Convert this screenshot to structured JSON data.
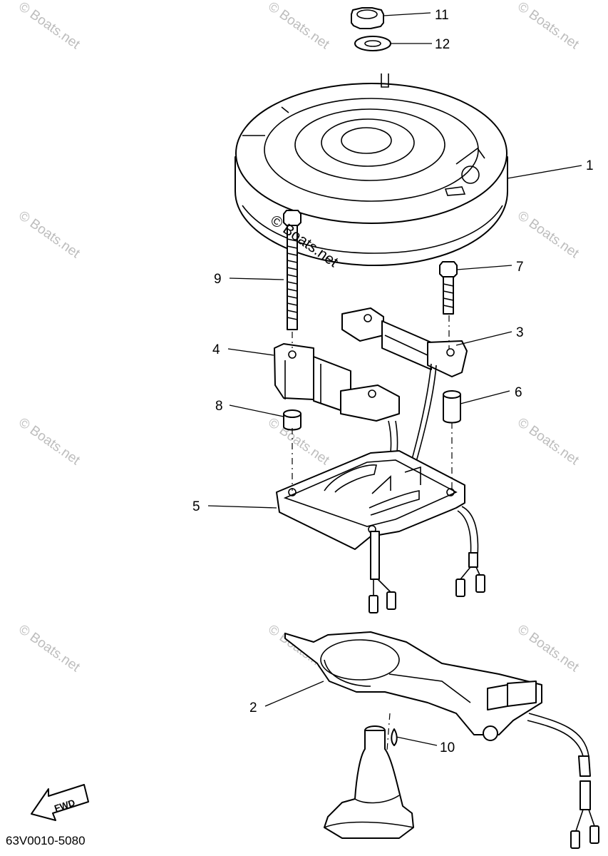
{
  "diagram": {
    "callouts": [
      {
        "id": "c11",
        "label": "11"
      },
      {
        "id": "c12",
        "label": "12"
      },
      {
        "id": "c1",
        "label": "1"
      },
      {
        "id": "c9",
        "label": "9"
      },
      {
        "id": "c7",
        "label": "7"
      },
      {
        "id": "c3",
        "label": "3"
      },
      {
        "id": "c4",
        "label": "4"
      },
      {
        "id": "c6",
        "label": "6"
      },
      {
        "id": "c8",
        "label": "8"
      },
      {
        "id": "c5",
        "label": "5"
      },
      {
        "id": "c2",
        "label": "2"
      },
      {
        "id": "c10",
        "label": "10"
      }
    ],
    "watermark": "© Boats.net",
    "watermark_main": "© Boats.net",
    "fwd_label": "FWD",
    "diagram_code": "63V0010-5080"
  }
}
